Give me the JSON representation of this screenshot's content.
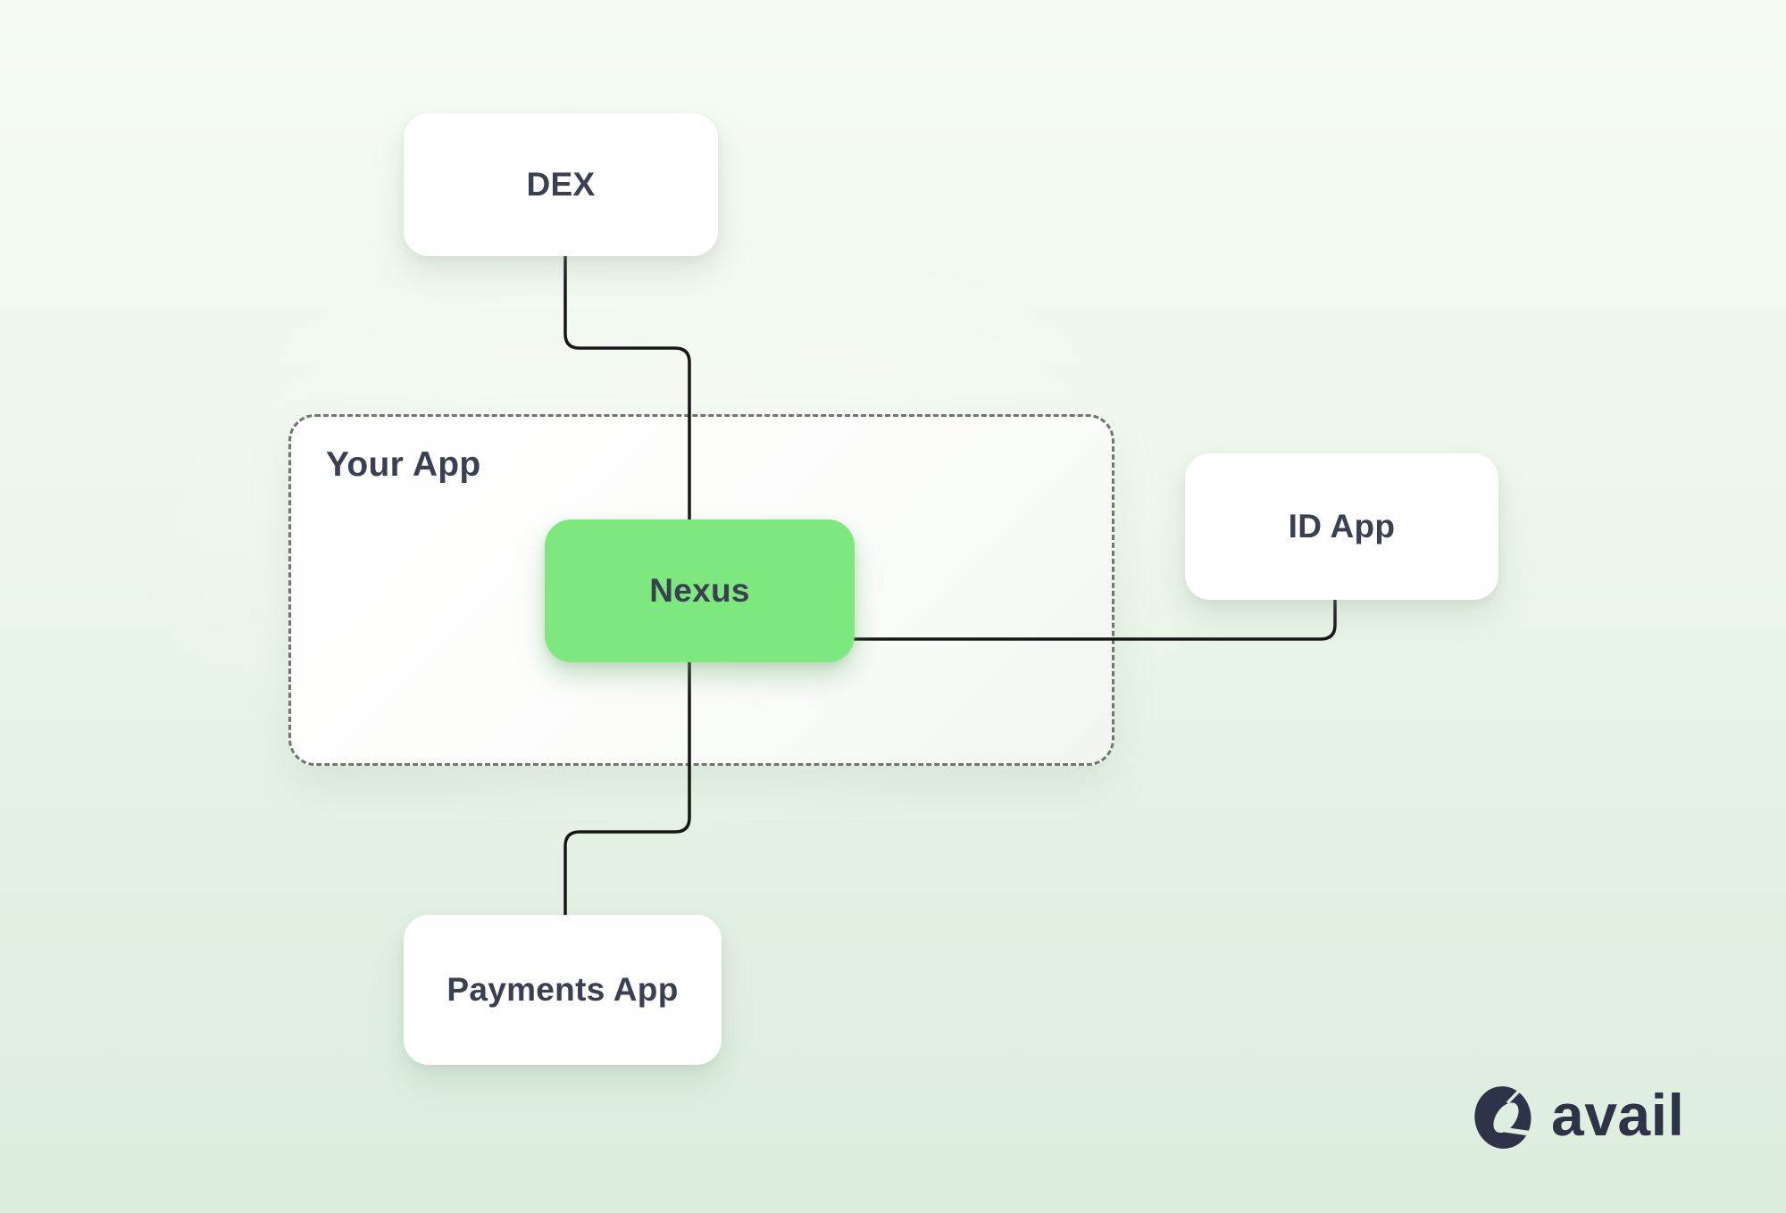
{
  "diagram": {
    "nodes": {
      "dex": {
        "label": "DEX"
      },
      "your_app": {
        "label": "Your App"
      },
      "nexus": {
        "label": "Nexus"
      },
      "id_app": {
        "label": "ID App"
      },
      "payments_app": {
        "label": "Payments App"
      }
    },
    "edges": [
      {
        "from": "DEX",
        "to": "Nexus"
      },
      {
        "from": "Nexus",
        "to": "ID App"
      },
      {
        "from": "Nexus",
        "to": "Payments App"
      }
    ]
  },
  "branding": {
    "logo_text": "avail"
  },
  "colors": {
    "background_top": "#f6fcf4",
    "background_bottom": "#dcedde",
    "card_fill": "#ffffff",
    "nexus_fill": "#7ce87d",
    "label_text": "#3a3f52",
    "dashed_border": "#70756f",
    "connector": "#161616",
    "logo": "#2e3447"
  }
}
